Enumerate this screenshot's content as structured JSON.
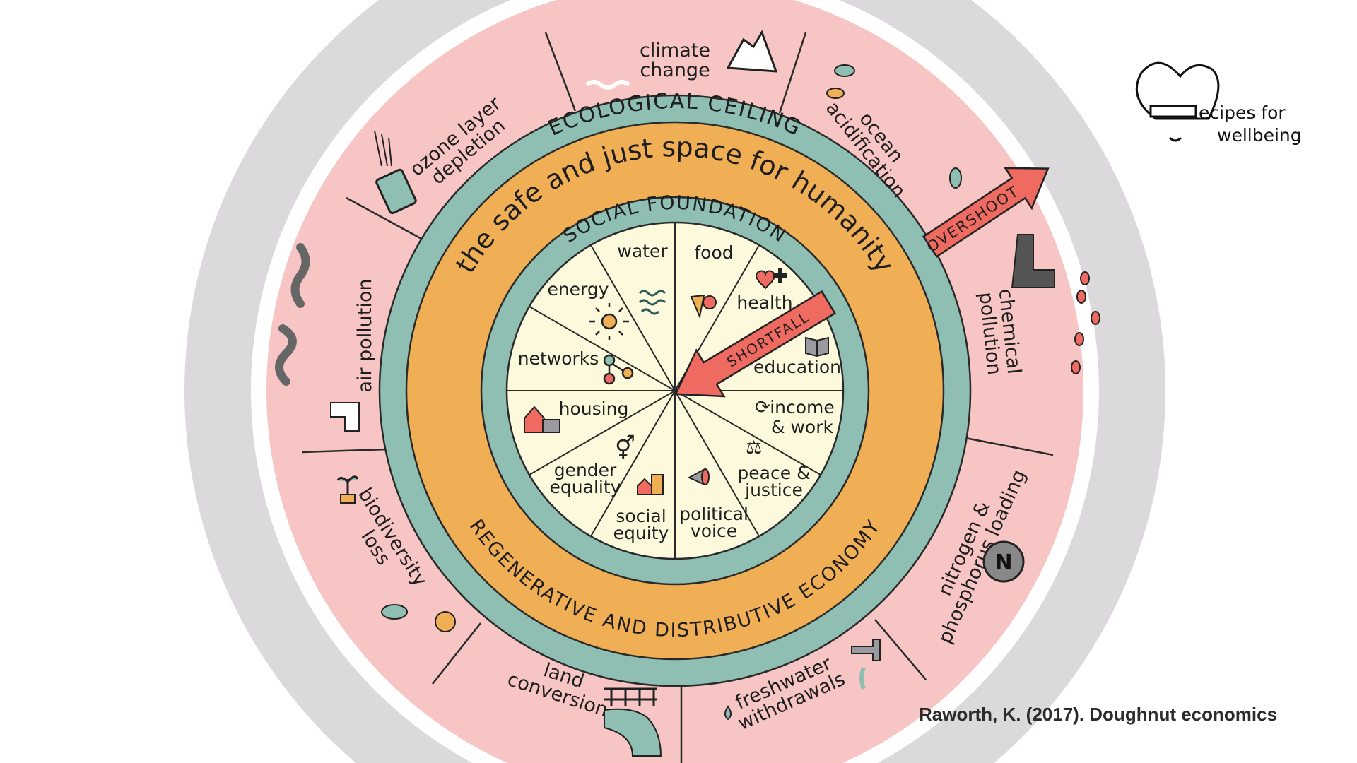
{
  "diagram": {
    "ecological_ceiling_label": "ECOLOGICAL CEILING",
    "safe_space_label": "the safe and just space for humanity",
    "social_foundation_label": "SOCIAL FOUNDATION",
    "economy_label": "REGENERATIVE AND DISTRIBUTIVE ECONOMY",
    "overshoot_label": "OVERSHOOT",
    "shortfall_label": "SHORTFALL",
    "ecological_boundaries": [
      {
        "lines": [
          "climate",
          "change"
        ],
        "icon": "cloud-icon"
      },
      {
        "lines": [
          "ocean",
          "acidification"
        ],
        "icon": "fish-icon"
      },
      {
        "lines": [
          "chemical",
          "pollution"
        ],
        "icon": "factory-icon"
      },
      {
        "lines": [
          "nitrogen &",
          "phosphorus loading"
        ],
        "icon": "nitrogen-icon",
        "icon_text": "N"
      },
      {
        "lines": [
          "freshwater",
          "withdrawals"
        ],
        "icon": "tap-icon"
      },
      {
        "lines": [
          "land",
          "conversion"
        ],
        "icon": "bridge-river-icon"
      },
      {
        "lines": [
          "biodiversity",
          "loss"
        ],
        "icon": "plant-fish-icon"
      },
      {
        "lines": [
          "air pollution"
        ],
        "icon": "smoke-icon"
      },
      {
        "lines": [
          "ozone layer",
          "depletion"
        ],
        "icon": "spray-can-icon"
      }
    ],
    "social_foundations": [
      {
        "lines": [
          "water"
        ],
        "icon": "water-icon"
      },
      {
        "lines": [
          "food"
        ],
        "icon": "vegetables-icon"
      },
      {
        "lines": [
          "health"
        ],
        "icon": "heart-cross-icon"
      },
      {
        "lines": [
          "education"
        ],
        "icon": "book-icon"
      },
      {
        "lines": [
          "income",
          "& work"
        ],
        "icon": "cycle-icon"
      },
      {
        "lines": [
          "peace &",
          "justice"
        ],
        "icon": "scales-icon"
      },
      {
        "lines": [
          "political",
          "voice"
        ],
        "icon": "megaphone-icon"
      },
      {
        "lines": [
          "social",
          "equity"
        ],
        "icon": "buildings-icon"
      },
      {
        "lines": [
          "gender",
          "equality"
        ],
        "icon": "gender-icon"
      },
      {
        "lines": [
          "housing"
        ],
        "icon": "house-icon"
      },
      {
        "lines": [
          "networks"
        ],
        "icon": "network-icon"
      },
      {
        "lines": [
          "energy"
        ],
        "icon": "sun-icon"
      }
    ],
    "colors": {
      "boundary": "#f7c5c3",
      "outer": "#dcd9dc",
      "ceiling": "#8fbfb3",
      "space": "#f0ae55",
      "foundation": "#fdf9dd",
      "arrow": "#ef6b61"
    }
  },
  "logo": {
    "line1": "ecipes for",
    "line2": "wellbeing"
  },
  "citation": "Raworth, K. (2017). Doughnut economics"
}
